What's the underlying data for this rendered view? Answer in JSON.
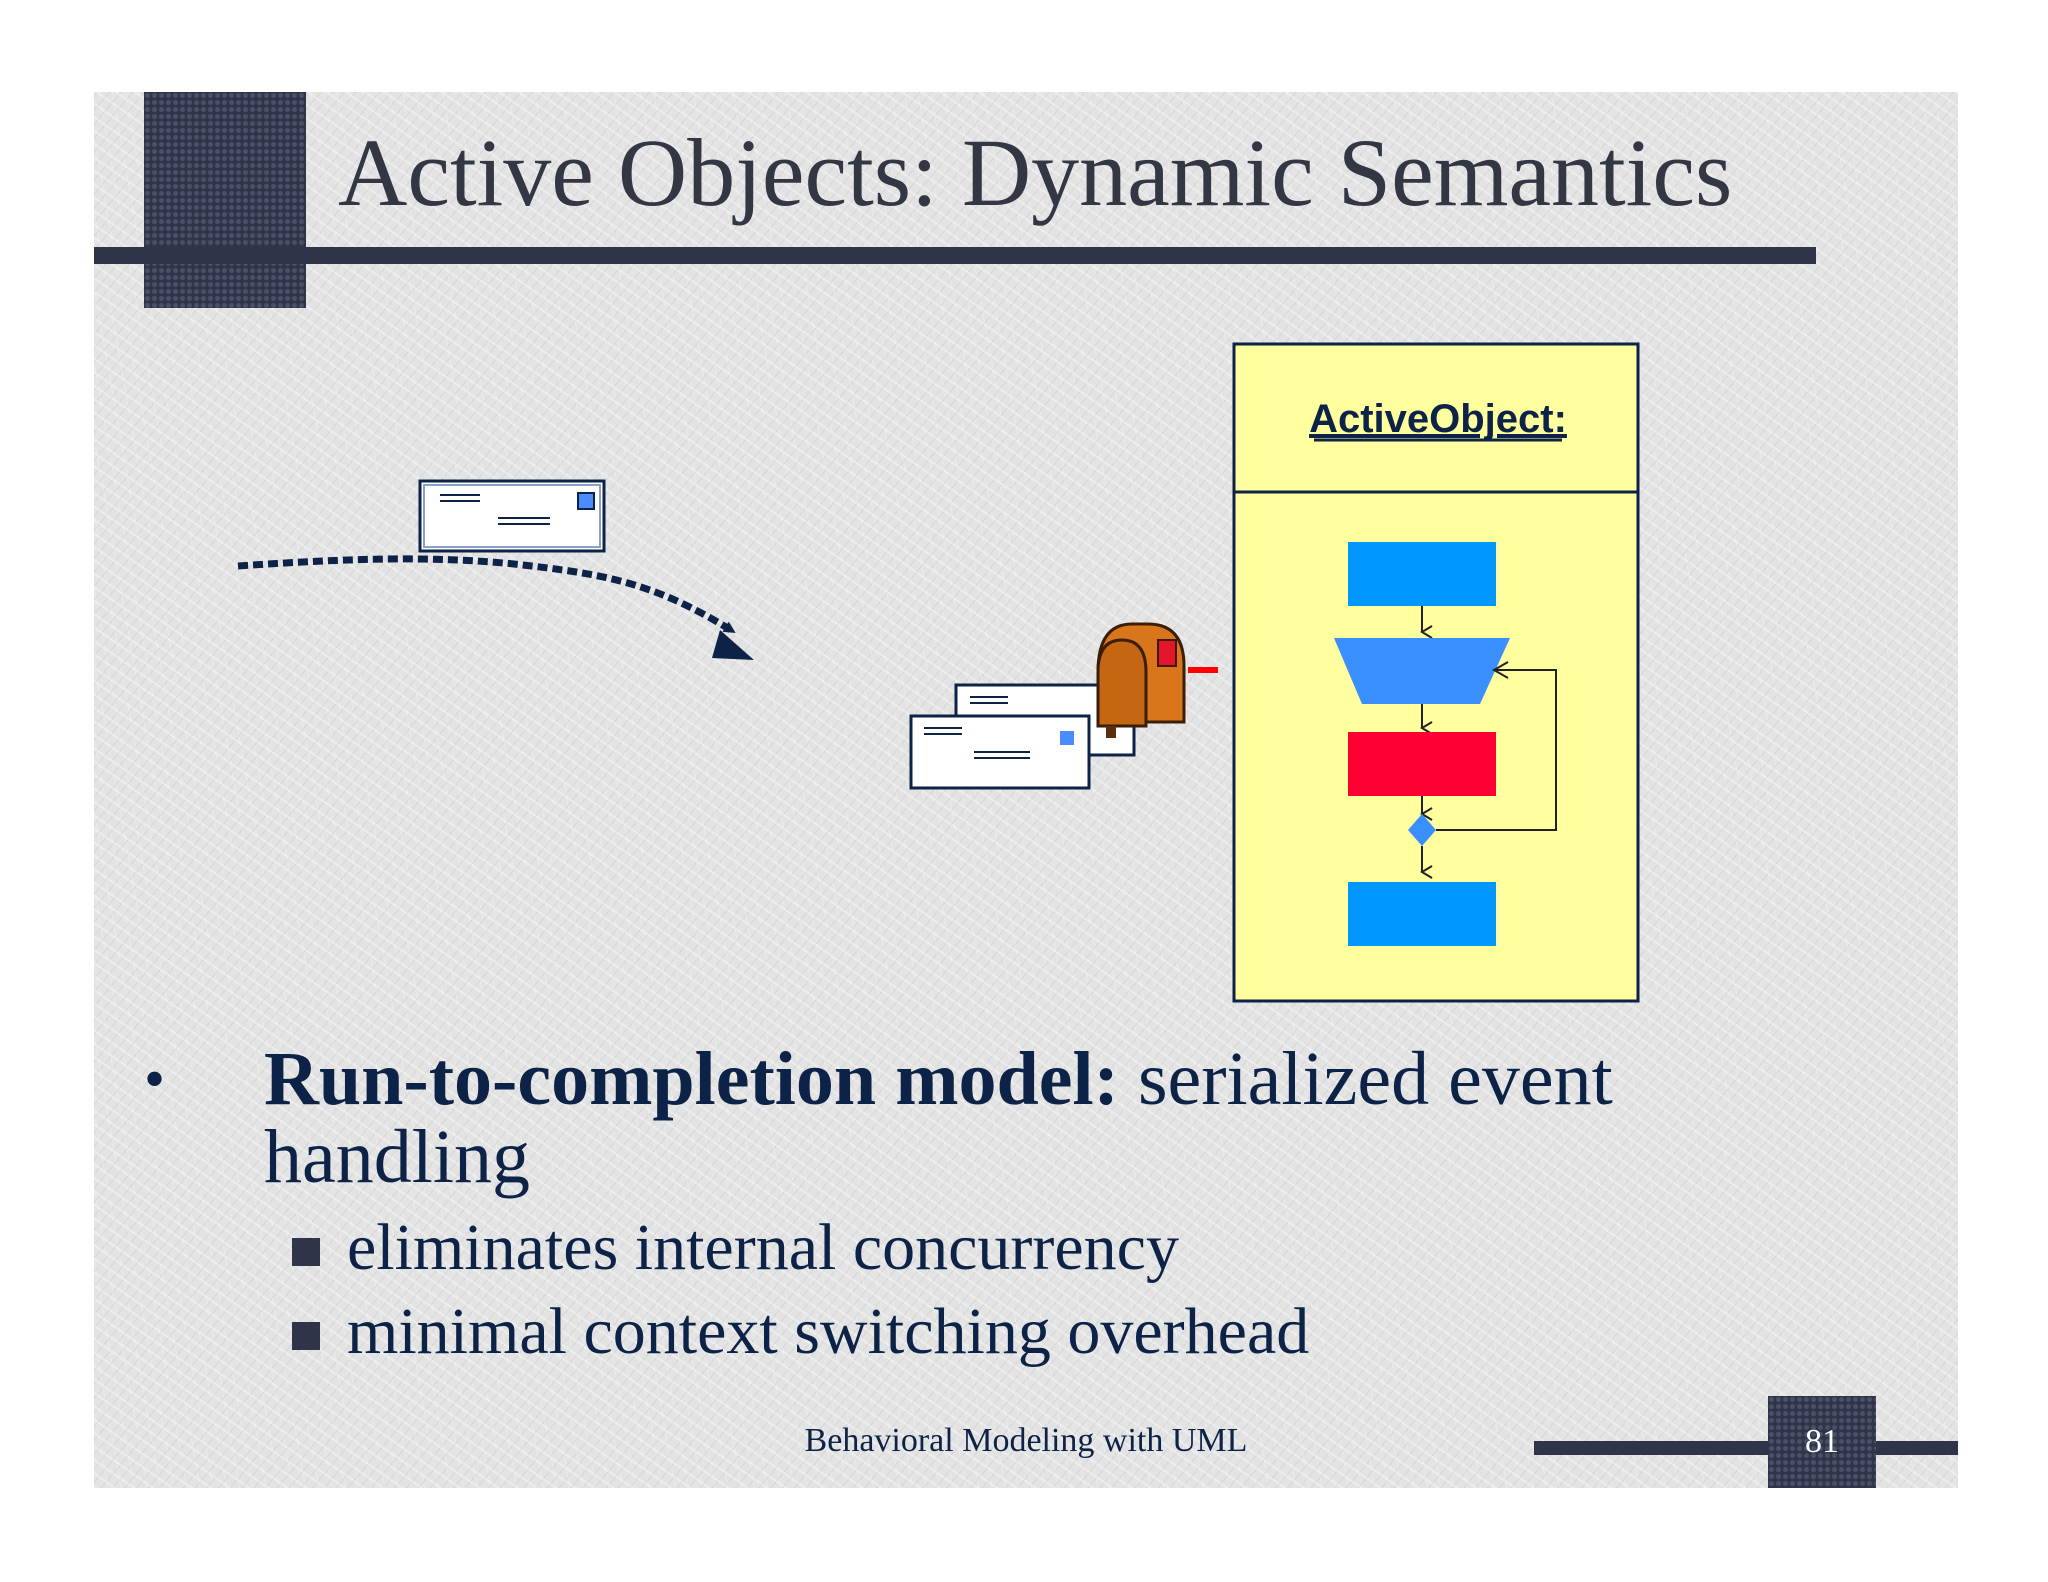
{
  "slide": {
    "title": "Active Objects: Dynamic Semantics",
    "footer": "Behavioral Modeling with UML",
    "page_number": "81"
  },
  "diagram": {
    "active_object_label": "ActiveObject:"
  },
  "bullets": {
    "main_bold": "Run-to-completion model:",
    "main_rest": " serialized event handling",
    "subs": [
      "eliminates internal concurrency",
      "minimal context switching overhead"
    ]
  },
  "colors": {
    "frame": "#2f3448",
    "text": "#0d2247",
    "object_fill": "#ffffa0",
    "action_blue": "#0098ff",
    "action_red": "#ff0033",
    "dispatch_blue": "#3a8fff",
    "mailbox": "#d9761c"
  }
}
